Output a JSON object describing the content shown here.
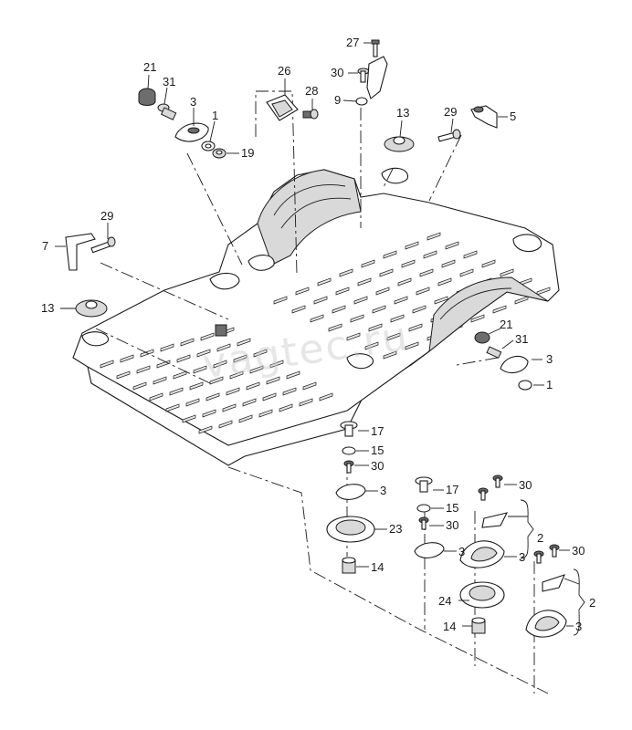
{
  "watermark": "vagtec.ru",
  "callouts": [
    "21",
    "31",
    "3",
    "1",
    "19",
    "26",
    "28",
    "27",
    "30",
    "9",
    "13",
    "29",
    "5",
    "7",
    "29",
    "13",
    "21",
    "31",
    "3",
    "1",
    "17",
    "15",
    "30",
    "3",
    "23",
    "14",
    "17",
    "15",
    "30",
    "30",
    "3",
    "3",
    "2",
    "30",
    "24",
    "14",
    "3",
    "2"
  ],
  "colors": {
    "line": "#1a1a1a",
    "fill": "#ffffff",
    "shade": "#d9d9d9",
    "watermark": "#c8c8c8"
  }
}
